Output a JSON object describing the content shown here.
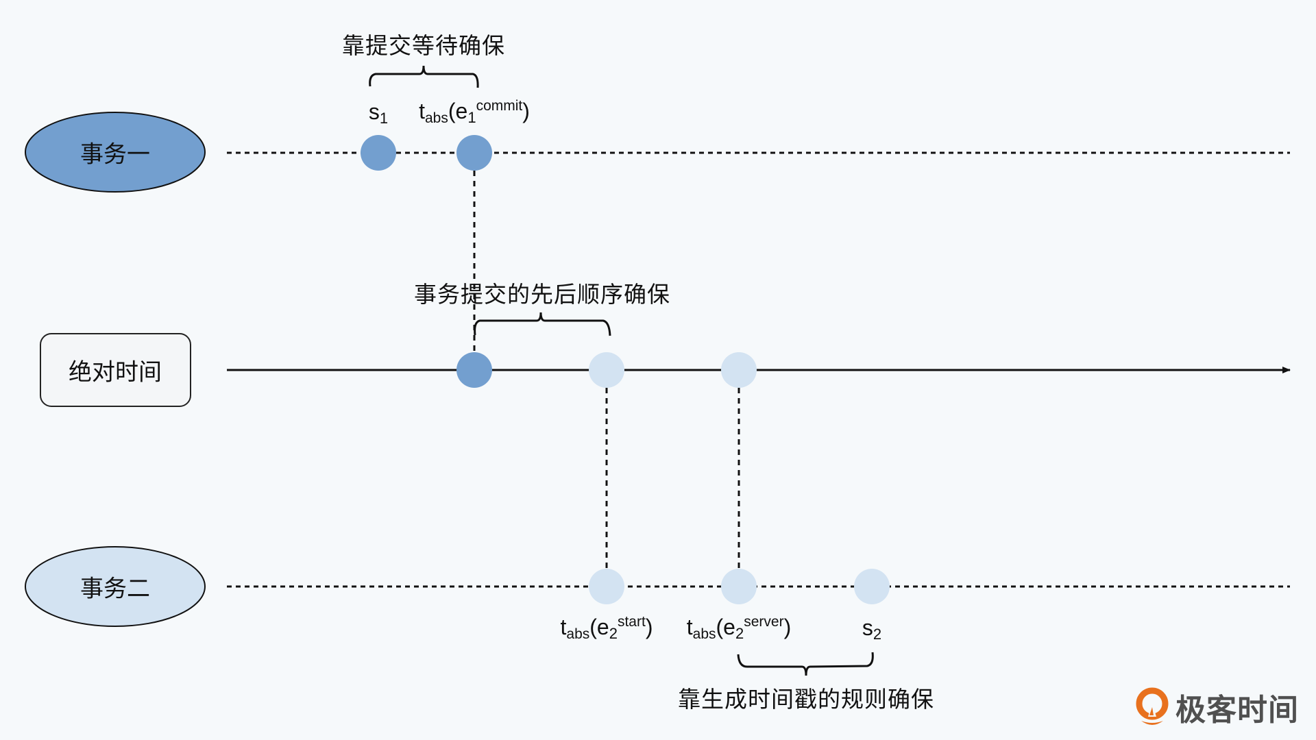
{
  "colors": {
    "background": "#f6f9fb",
    "transaction_one_fill": "#739fcf",
    "transaction_two_fill": "#d3e3f2",
    "absolute_time_box_fill": "#f4f6f8",
    "line": "#111111",
    "logo_orange": "#e8711e",
    "logo_text": "#505050"
  },
  "rows": {
    "transaction_one": {
      "label": "事务一"
    },
    "absolute_time": {
      "label": "绝对时间"
    },
    "transaction_two": {
      "label": "事务二"
    }
  },
  "events": {
    "s1": {
      "main": "s",
      "index": "1"
    },
    "e1_commit": {
      "t": "t",
      "sub": "abs",
      "open": "(e",
      "index": "1",
      "sup": "commit",
      "close": ")"
    },
    "e2_start": {
      "t": "t",
      "sub": "abs",
      "open": "(e",
      "index": "2",
      "sup": "start",
      "close": ")"
    },
    "e2_server": {
      "t": "t",
      "sub": "abs",
      "open": "(e",
      "index": "2",
      "sup": "server",
      "close": ")"
    },
    "s2": {
      "main": "s",
      "index": "2"
    }
  },
  "annotations": {
    "commit_wait": "靠提交等待确保",
    "commit_order": "事务提交的先后顺序确保",
    "timestamp_rule": "靠生成时间戳的规则确保"
  },
  "logo": {
    "text": "极客时间"
  }
}
